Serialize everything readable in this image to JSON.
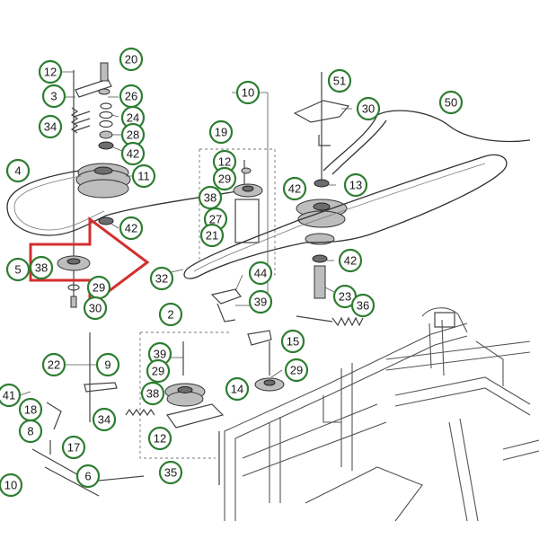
{
  "callouts": [
    {
      "label": "12"
    },
    {
      "label": "20"
    },
    {
      "label": "3"
    },
    {
      "label": "26"
    },
    {
      "label": "24"
    },
    {
      "label": "34"
    },
    {
      "label": "28"
    },
    {
      "label": "42"
    },
    {
      "label": "4"
    },
    {
      "label": "11"
    },
    {
      "label": "42"
    },
    {
      "label": "5"
    },
    {
      "label": "38"
    },
    {
      "label": "29"
    },
    {
      "label": "30"
    },
    {
      "label": "10"
    },
    {
      "label": "51"
    },
    {
      "label": "30"
    },
    {
      "label": "50"
    },
    {
      "label": "19"
    },
    {
      "label": "12"
    },
    {
      "label": "29"
    },
    {
      "label": "38"
    },
    {
      "label": "27"
    },
    {
      "label": "21"
    },
    {
      "label": "42"
    },
    {
      "label": "13"
    },
    {
      "label": "32"
    },
    {
      "label": "44"
    },
    {
      "label": "42"
    },
    {
      "label": "39"
    },
    {
      "label": "23"
    },
    {
      "label": "36"
    },
    {
      "label": "2"
    },
    {
      "label": "22"
    },
    {
      "label": "9"
    },
    {
      "label": "39"
    },
    {
      "label": "29"
    },
    {
      "label": "15"
    },
    {
      "label": "29"
    },
    {
      "label": "41"
    },
    {
      "label": "18"
    },
    {
      "label": "38"
    },
    {
      "label": "14"
    },
    {
      "label": "34"
    },
    {
      "label": "8"
    },
    {
      "label": "12"
    },
    {
      "label": "17"
    },
    {
      "label": "6"
    },
    {
      "label": "35"
    },
    {
      "label": "10"
    }
  ],
  "arrow_color": "#d32f2f",
  "callout_color": "#2e7d32"
}
